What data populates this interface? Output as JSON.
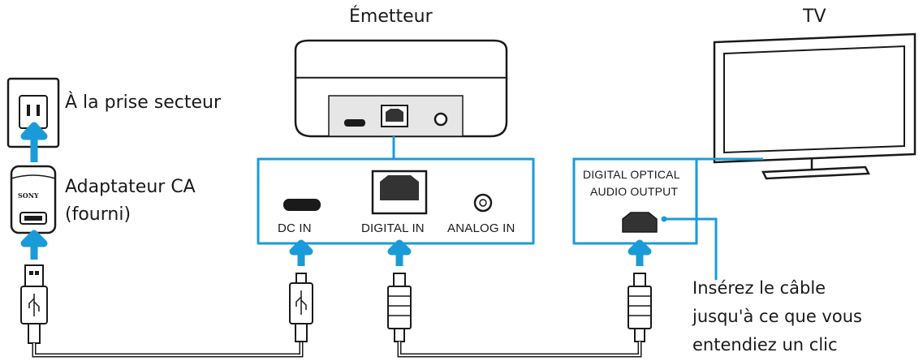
{
  "labels": {
    "transmitter": "Émetteur",
    "tv": "TV",
    "outlet": "À la prise secteur",
    "adapter_line1": "Adaptateur CA",
    "adapter_line2": "(fourni)",
    "brand": "SONY",
    "dc_in": "DC IN",
    "digital_in": "DIGITAL IN",
    "analog_in": "ANALOG IN",
    "tv_port_line1": "DIGITAL OPTICAL",
    "tv_port_line2": "AUDIO OUTPUT",
    "note_line1": "Insérez le câble",
    "note_line2": "jusqu'à ce que vous",
    "note_line3": "entendiez un clic"
  },
  "colors": {
    "accent": "#1a9bd8",
    "outline": "#1a1a1a",
    "fill_gray": "#e6e6e6"
  }
}
